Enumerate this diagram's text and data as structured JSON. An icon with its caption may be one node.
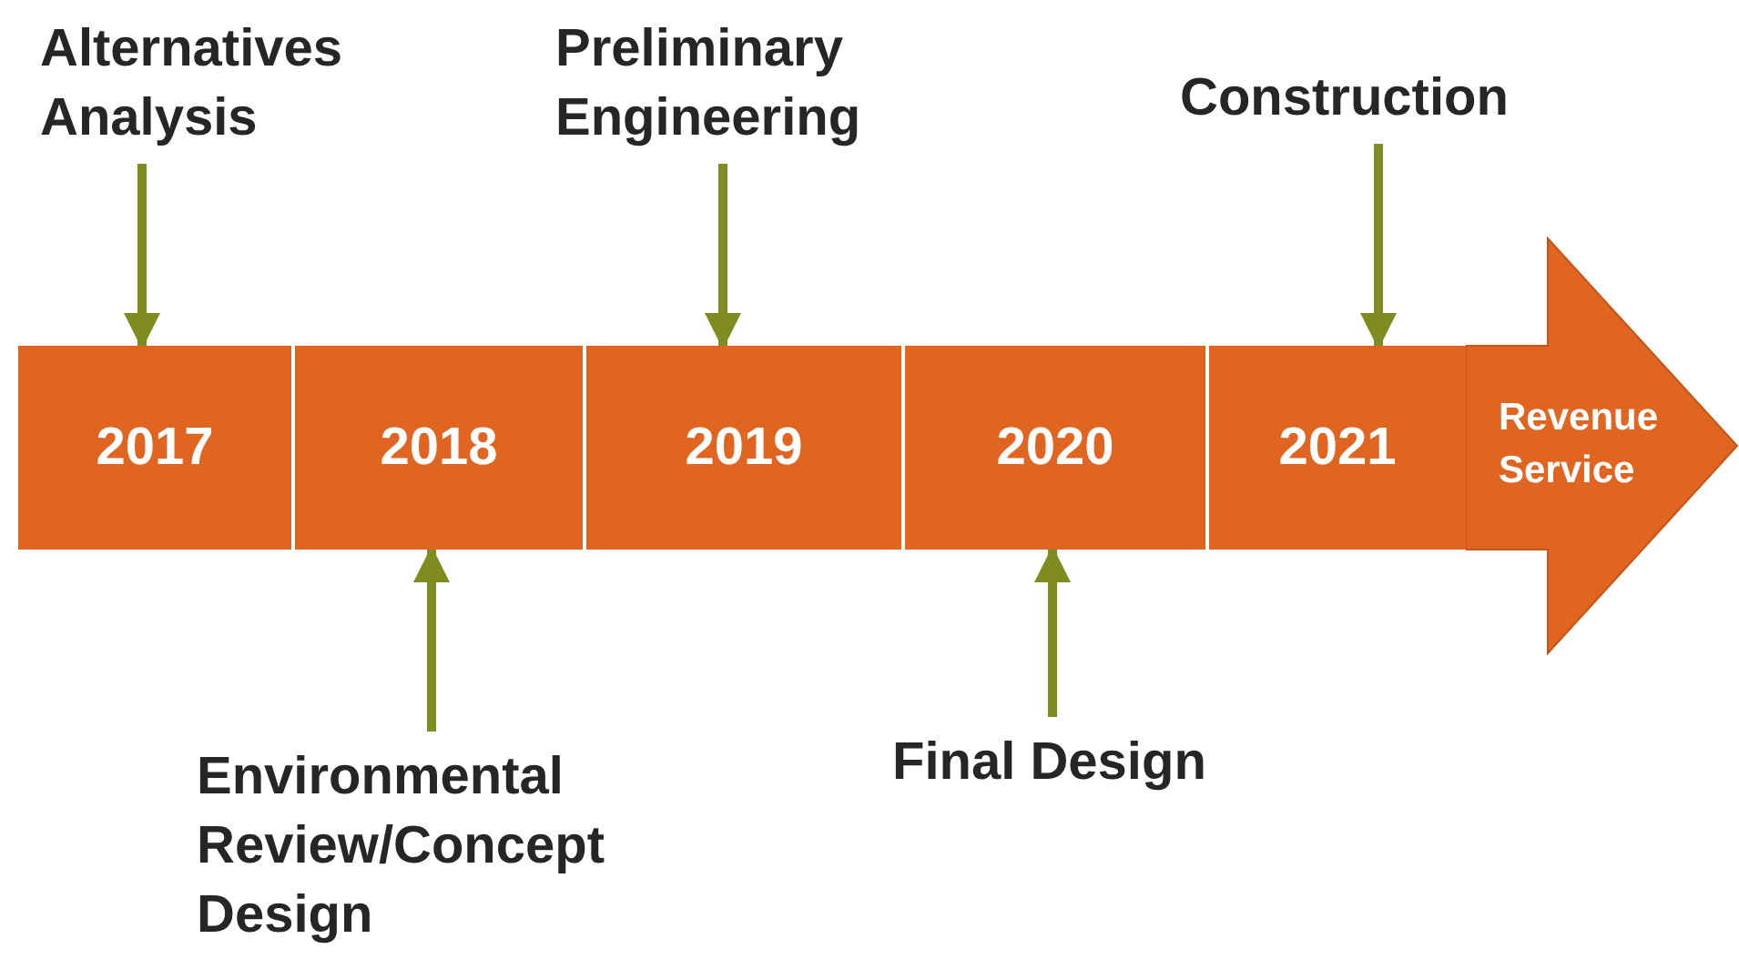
{
  "diagram": {
    "nodes": [
      {
        "text": [
          "Alternatives Analysis"
        ]
      },
      {
        "text": [
          "Preliminary Engineering"
        ]
      },
      {
        "text": [
          "Construction"
        ]
      },
      {
        "text": [
          "2017"
        ]
      },
      {
        "text": [
          "2018"
        ]
      },
      {
        "text": [
          "2019"
        ]
      },
      {
        "text": [
          "2020"
        ]
      },
      {
        "text": [
          "2021"
        ]
      },
      {
        "text": [
          "Revenue Service"
        ]
      },
      {
        "text": [
          "Environmental Review/Concept Design"
        ]
      },
      {
        "text": [
          "Final Design"
        ]
      }
    ],
    "edges": [
      {
        "from": 0,
        "to": 3,
        "arrow": "to"
      },
      {
        "from": 1,
        "to": 5,
        "arrow": "to"
      },
      {
        "from": 2,
        "to": 7,
        "arrow": "to"
      },
      {
        "from": 9,
        "to": 4,
        "arrow": "to"
      },
      {
        "from": 10,
        "to": 6,
        "arrow": "to"
      }
    ]
  }
}
